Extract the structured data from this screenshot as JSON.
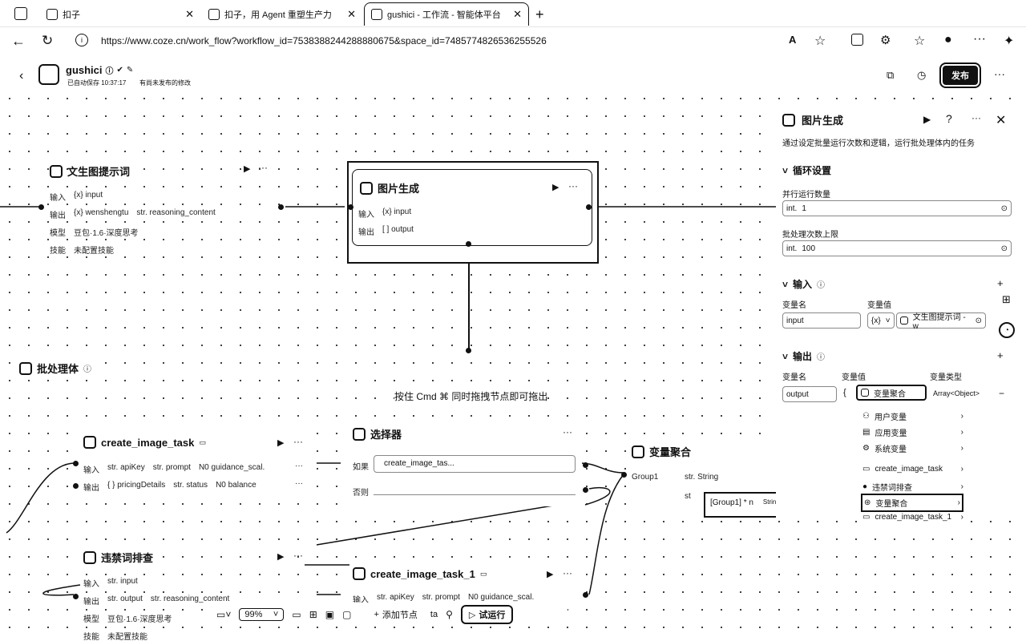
{
  "browser": {
    "tabs": [
      {
        "label": "扣子"
      },
      {
        "label": "扣子，用 Agent 重塑生产力"
      },
      {
        "label": "gushici - 工作流 - 智能体平台"
      }
    ],
    "url": "https://www.coze.cn/work_flow?workflow_id=7538388244288880675&space_id=7485774826536255526"
  },
  "header": {
    "title": "gushici",
    "saved": "已自动保存 10:37:17",
    "unpublished": "有尚未发布的修改",
    "publish": "发布"
  },
  "nodes": {
    "prompt": {
      "title": "文生图提示词",
      "in_label": "输入",
      "in_val": "{x} input",
      "out_label": "输出",
      "out_val1": "{x} wenshengtu",
      "out_val2": "str. reasoning_content",
      "model_label": "模型",
      "model_val": "豆包·1.6·深度思考",
      "skill_label": "技能",
      "skill_val": "未配置技能"
    },
    "imagegen": {
      "title": "图片生成",
      "in_label": "输入",
      "in_val": "{x} input",
      "out_label": "输出",
      "out_val": "[ ] output"
    },
    "batch": {
      "title": "批处理体"
    },
    "hint": "按住 Cmd ⌘ 同时拖拽节点即可拖出",
    "task": {
      "title": "create_image_task",
      "in_label": "输入",
      "in1": "str. apiKey",
      "in2": "str. prompt",
      "in3": "N0 guidance_scal.",
      "out_label": "输出",
      "out1": "{ } pricingDetails",
      "out2": "str. status",
      "out3": "N0 balance"
    },
    "selector": {
      "title": "选择器",
      "if_label": "如果",
      "if_val": "create_image_tas...",
      "else_label": "否则"
    },
    "aggregate": {
      "title": "变量聚合",
      "group": "Group1",
      "type": "str. String",
      "st": "st",
      "popup": "[Group1] * n",
      "popup_type": "String"
    },
    "ban": {
      "title": "违禁词排查",
      "in_label": "输入",
      "in1": "str. input",
      "out_label": "输出",
      "out1": "str. output",
      "out2": "str. reasoning_content",
      "model_label": "模型",
      "model_val": "豆包·1.6·深度思考",
      "skill_label": "技能",
      "skill_val": "未配置技能"
    },
    "task1": {
      "title": "create_image_task_1",
      "in_label": "输入",
      "in1": "str. apiKey",
      "in2": "str. prompt",
      "in3": "N0 guidance_scal."
    }
  },
  "toolbar": {
    "zoom": "99%",
    "add_node": "添加节点",
    "ta": "ta",
    "run": "试运行"
  },
  "panel": {
    "title": "图片生成",
    "desc": "通过设定批量运行次数和逻辑，运行批处理体内的任务",
    "loop_section": "循环设置",
    "parallel_label": "并行运行数量",
    "parallel_type": "int.",
    "parallel_val": "1",
    "batch_label": "批处理次数上限",
    "batch_type": "int.",
    "batch_val": "100",
    "input_section": "输入",
    "var_name_header": "变量名",
    "var_val_header": "变量值",
    "input_name": "input",
    "input_type": "{x}",
    "input_ref": "文生图提示词 - w",
    "output_section": "输出",
    "out_name_header": "变量名",
    "out_val_header": "变量值",
    "out_type_header": "变量类型",
    "output_name": "output",
    "output_ref": "变量聚合",
    "output_type": "Array<Object>",
    "menu": [
      "用户变量",
      "应用变量",
      "系统变量",
      "create_image_task",
      "违禁词排查",
      "变量聚合",
      "create_image_task_1"
    ]
  }
}
